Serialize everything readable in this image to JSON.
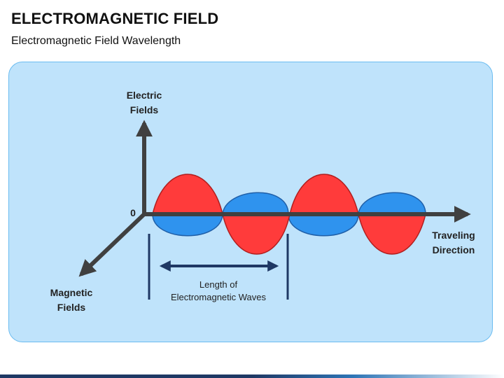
{
  "slide": {
    "title": "ELECTROMAGNETIC FIELD",
    "subtitle": "Electromagnetic Field Wavelength"
  },
  "diagram": {
    "origin_label": "0",
    "electric_axis": {
      "line1": "Electric",
      "line2": "Fields"
    },
    "magnetic_axis": {
      "line1": "Magnetic",
      "line2": "Fields"
    },
    "travel_axis": {
      "line1": "Traveling",
      "line2": "Direction"
    },
    "wavelength": {
      "line1": "Length of",
      "line2": "Electromagnetic Waves"
    },
    "colors": {
      "electric_wave": "#ff3b3b",
      "magnetic_wave": "#2f93ee",
      "axis": "#404040",
      "marker": "#1f3864",
      "panel": "#bfe3fb"
    }
  }
}
